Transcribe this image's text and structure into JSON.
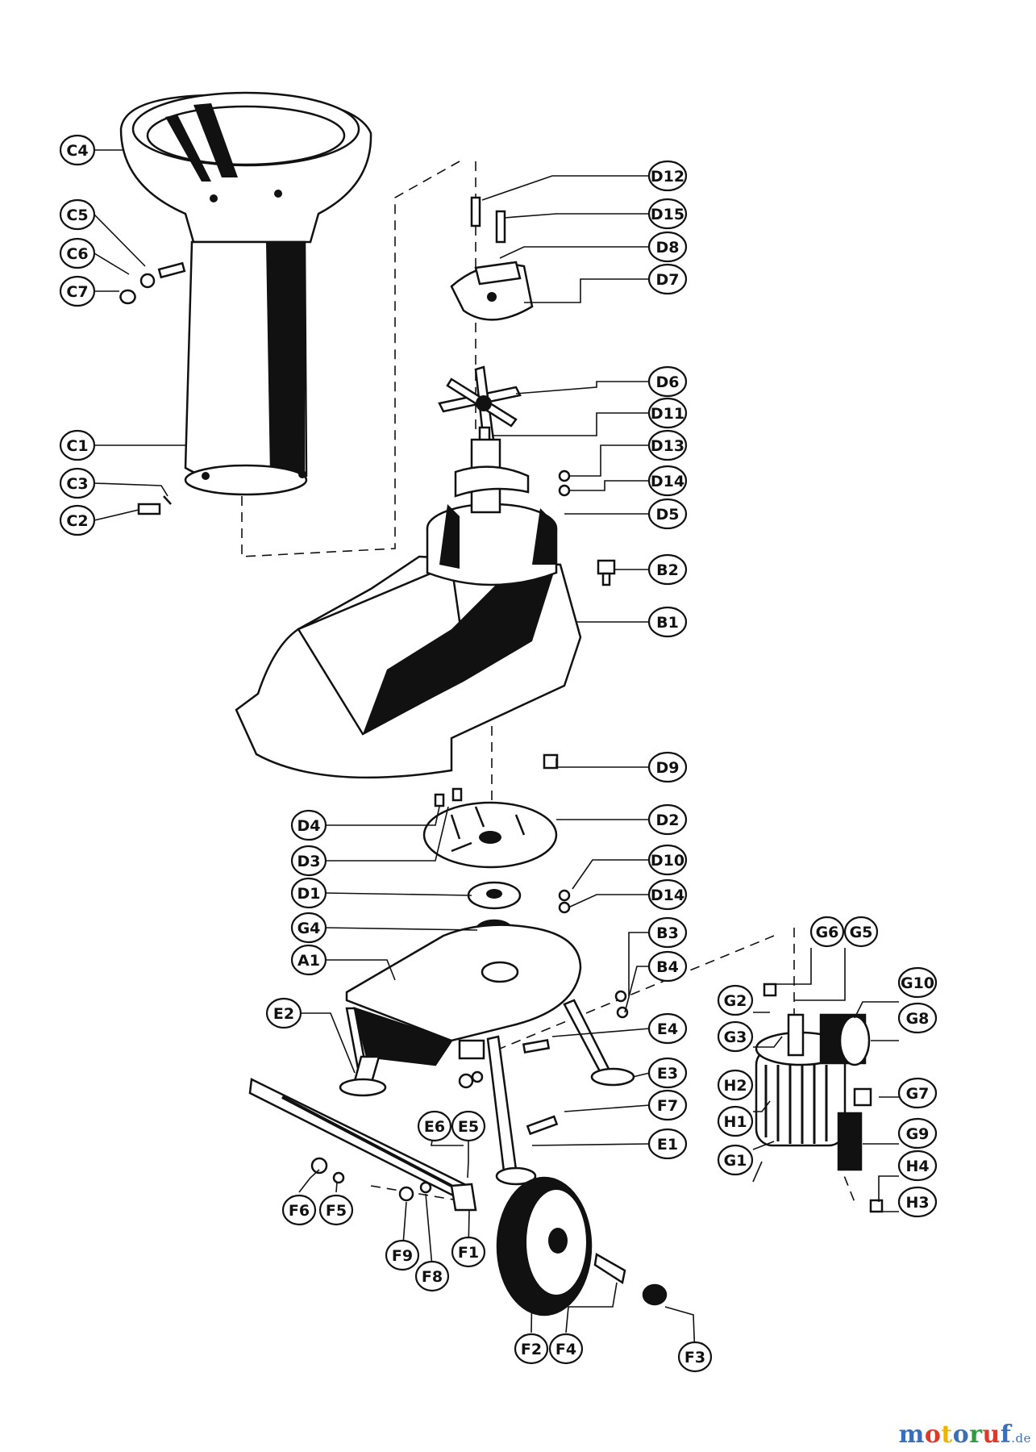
{
  "labels": {
    "A1": "A1",
    "B1": "B1",
    "B2": "B2",
    "B3": "B3",
    "B4": "B4",
    "C1": "C1",
    "C2": "C2",
    "C3": "C3",
    "C4": "C4",
    "C5": "C5",
    "C6": "C6",
    "C7": "C7",
    "D1": "D1",
    "D2": "D2",
    "D3": "D3",
    "D4": "D4",
    "D5": "D5",
    "D6": "D6",
    "D7": "D7",
    "D8": "D8",
    "D9": "D9",
    "D10": "D10",
    "D11": "D11",
    "D12": "D12",
    "D13": "D13",
    "D14a": "D14",
    "D14b": "D14",
    "D15": "D15",
    "E1": "E1",
    "E2": "E2",
    "E3": "E3",
    "E4": "E4",
    "E5": "E5",
    "E6": "E6",
    "F1": "F1",
    "F2": "F2",
    "F3": "F3",
    "F4": "F4",
    "F5": "F5",
    "F6": "F6",
    "F7": "F7",
    "F8": "F8",
    "F9": "F9",
    "G1": "G1",
    "G2": "G2",
    "G3": "G3",
    "G4": "G4",
    "G5": "G5",
    "G6": "G6",
    "G7": "G7",
    "G8": "G8",
    "G9": "G9",
    "G10": "G10",
    "H1": "H1",
    "H2": "H2",
    "H3": "H3",
    "H4": "H4"
  },
  "watermark": {
    "letters": [
      "m",
      "o",
      "t",
      "o",
      "r",
      "u",
      "f"
    ],
    "letter_colors": [
      "#3a6fb5",
      "#d93a2b",
      "#f0b400",
      "#3a6fb5",
      "#2e9b3e",
      "#d93a2b",
      "#3a6fb5"
    ],
    "suffix": ".de"
  }
}
